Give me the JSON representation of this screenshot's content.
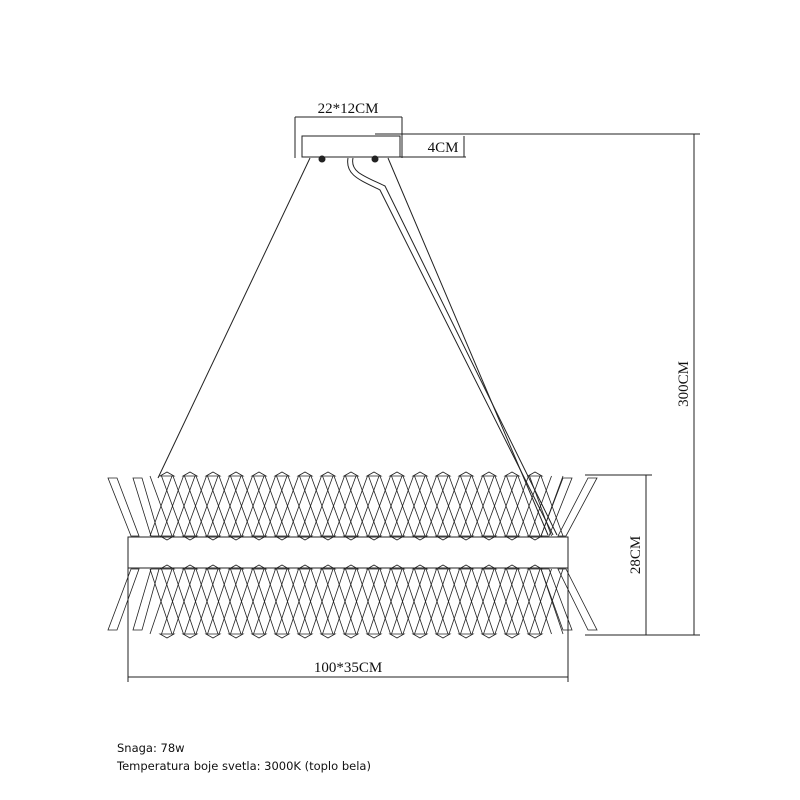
{
  "dimensions": {
    "canopy": "22*12CM",
    "canopy_height": "4CM",
    "total_height": "300CM",
    "body_height": "28CM",
    "body_size": "100*35CM"
  },
  "specs": {
    "power": "Snaga: 78w",
    "color_temp": "Temperatura boje svetla: 3000K (toplo bela)"
  }
}
